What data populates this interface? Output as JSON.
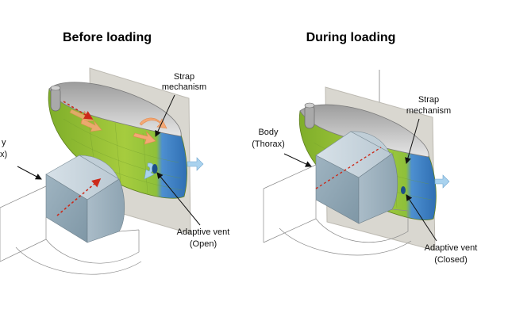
{
  "left_panel": {
    "title": "Before loading",
    "strap_label": [
      "Strap",
      "mechanism"
    ],
    "body_label": [
      "y",
      "x)"
    ],
    "vent_label": [
      "Adaptive vent",
      "(Open)"
    ]
  },
  "right_panel": {
    "title": "During loading",
    "strap_label": [
      "Strap",
      "mechanism"
    ],
    "body_label": [
      "Body",
      "(Thorax)"
    ],
    "vent_label": [
      "Adaptive vent",
      "(Closed)"
    ]
  },
  "colors": {
    "bag_green": "#9bc23a",
    "bag_blue": "#3f86c9",
    "bag_inside": "#cfcfcf",
    "plate": "#d8d6cf",
    "block_top": "#c8d4dc",
    "block_front": "#8fa6b4",
    "flow_arrow": "#f1a06e",
    "vent_arrow": "#a9d2ee",
    "centerline": "#cc2a1a"
  }
}
